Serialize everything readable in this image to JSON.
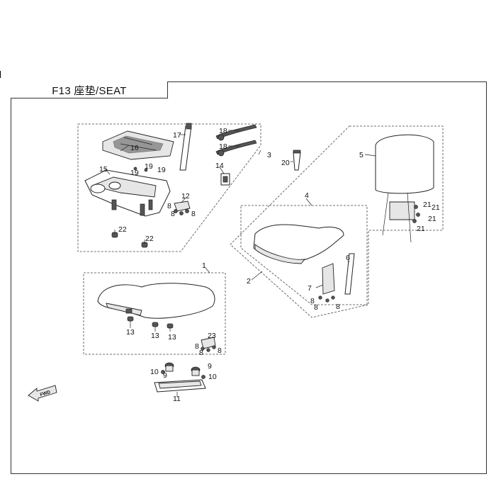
{
  "header": {
    "code": "F13",
    "title_cn": "座垫",
    "title_en": "SEAT",
    "title_full": "F13 座垫/SEAT"
  },
  "diagram": {
    "callouts": {
      "c1": "1",
      "c2": "2",
      "c3": "3",
      "c4": "4",
      "c5": "5",
      "c6": "6",
      "c7": "7",
      "c8": "8",
      "c9": "9",
      "c10": "10",
      "c11": "11",
      "c12": "12",
      "c13": "13",
      "c14": "14",
      "c15": "15",
      "c16": "16",
      "c17": "17",
      "c18": "18",
      "c19": "19",
      "c20": "20",
      "c21": "21",
      "c22": "22",
      "c23": "23"
    },
    "fwd_label": "FWD"
  }
}
